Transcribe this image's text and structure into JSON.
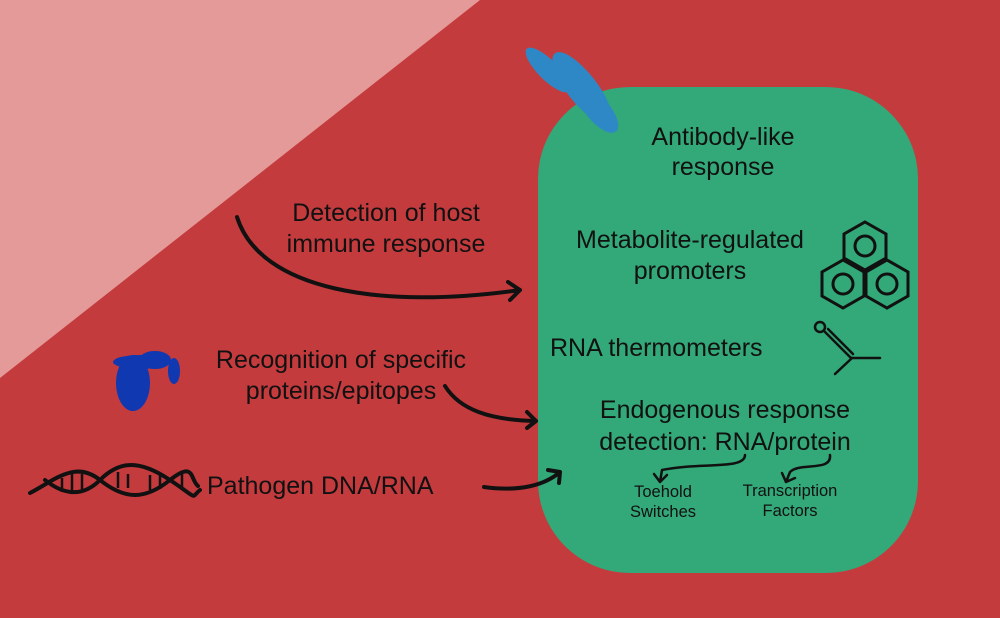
{
  "colors": {
    "background": "#c43b3e",
    "corner": "#e49a98",
    "panel": "#33a878",
    "antibody": "#2e88c6",
    "protein": "#1038b0"
  },
  "panel": {
    "antibody": [
      "Antibody-like",
      "response"
    ],
    "metabolite": [
      "Metabolite-regulated",
      "promoters"
    ],
    "rna_thermo": "RNA thermometers",
    "endogenous": [
      "Endogenous response",
      "detection: RNA/protein"
    ],
    "toehold": [
      "Toehold",
      "Switches"
    ],
    "transcription": [
      "Transcription",
      "Factors"
    ]
  },
  "inputs": {
    "host_immune": [
      "Detection of host",
      "immune response"
    ],
    "proteins": [
      "Recognition of specific",
      "proteins/epitopes"
    ],
    "pathogen": "Pathogen DNA/RNA"
  }
}
